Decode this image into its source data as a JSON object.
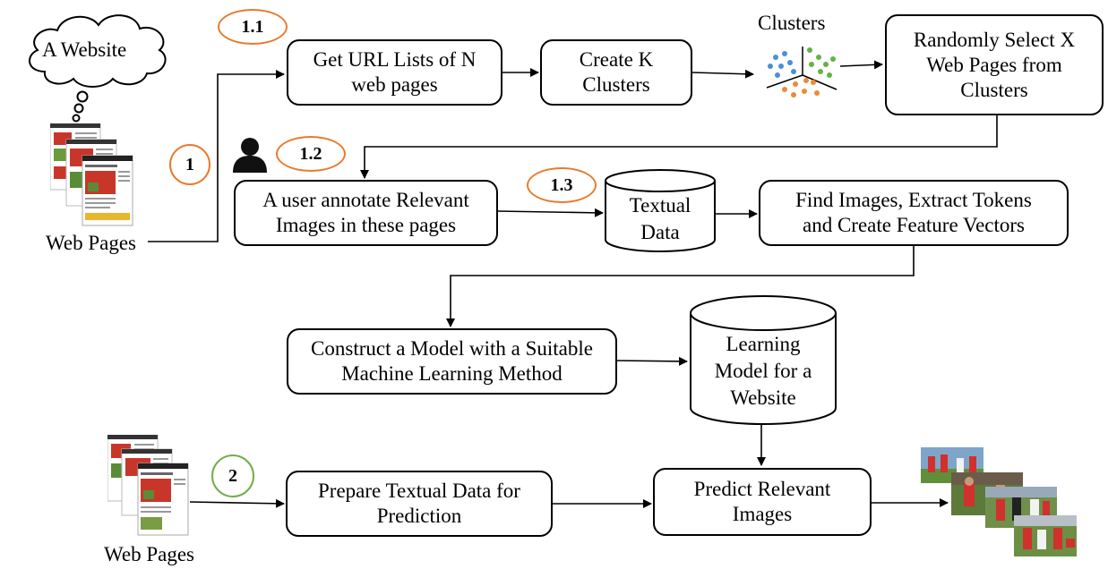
{
  "cloud_label": "A Website",
  "web_pages_top_label": "Web Pages",
  "web_pages_bottom_label": "Web Pages",
  "clusters_label": "Clusters",
  "badges": {
    "b1": "1",
    "b11": "1.1",
    "b12": "1.2",
    "b13": "1.3",
    "b2": "2"
  },
  "steps": {
    "get_url": [
      "Get URL Lists of N",
      "web pages"
    ],
    "create_k": [
      "Create K",
      "Clusters"
    ],
    "random_select": [
      "Randomly Select X",
      "Web Pages from",
      "Clusters"
    ],
    "annotate": [
      "A user annotate Relevant",
      "Images in these pages"
    ],
    "find_images": [
      "Find Images, Extract Tokens",
      "and Create Feature Vectors"
    ],
    "construct_model": [
      "Construct a Model with a Suitable",
      "Machine Learning Method"
    ],
    "prepare": [
      "Prepare Textual Data for",
      "Prediction"
    ],
    "predict": [
      "Predict Relevant",
      "Images"
    ]
  },
  "stores": {
    "textual": [
      "Textual",
      "Data"
    ],
    "learning": [
      "Learning",
      "Model for a",
      "Website"
    ]
  },
  "icons": {
    "user": "user-icon",
    "cloud": "thought-cloud-icon",
    "clusters": "cluster-scatter-icon",
    "pages": "web-page-thumbnail-icon",
    "images": "result-image-thumbnail-icon"
  },
  "colors": {
    "badge_orange": "#e87b2e",
    "badge_green": "#72ad4a",
    "cluster_blue": "#4a8fd6",
    "cluster_green": "#62b346",
    "cluster_orange": "#ee8a36"
  }
}
